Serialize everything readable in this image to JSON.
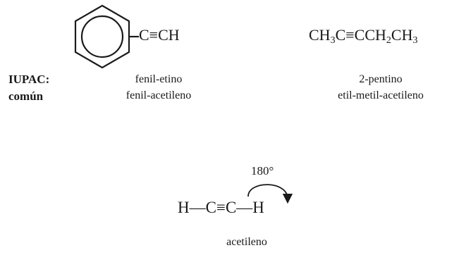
{
  "molecule1": {
    "substituent": "C≡CH",
    "iupac_name": "fenil-etino",
    "common_name": "fenil-acetileno"
  },
  "molecule2": {
    "formula_parts": [
      "CH",
      "3",
      "C≡CCH",
      "2",
      "CH",
      "3"
    ],
    "iupac_name": "2-pentino",
    "common_name": "etil-metil-acetileno"
  },
  "labels": {
    "iupac": "IUPAC:",
    "common": "común"
  },
  "acetylene": {
    "angle": "180°",
    "left_h": "H",
    "bond_left": "—",
    "carbon_left": "C",
    "triple_bond": "≡",
    "carbon_right": "C",
    "bond_right": "—",
    "right_h": "H",
    "name": "acetileno"
  }
}
